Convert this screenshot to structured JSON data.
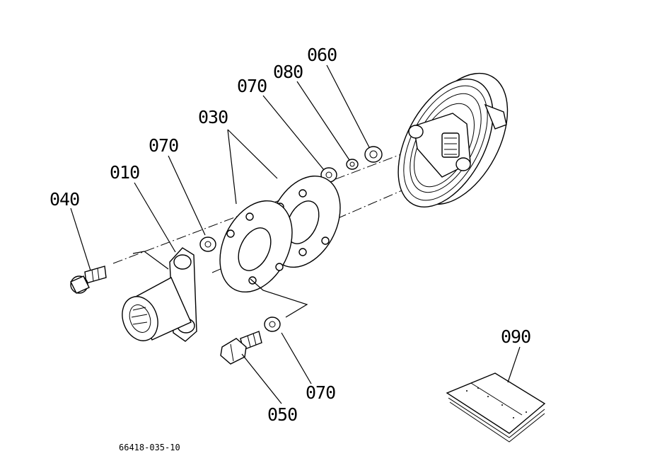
{
  "diagram": {
    "drawing_code": "66418-035-10",
    "callouts": [
      {
        "id": "c060",
        "label": "060"
      },
      {
        "id": "c080",
        "label": "080"
      },
      {
        "id": "c070_top",
        "label": "070"
      },
      {
        "id": "c030",
        "label": "030"
      },
      {
        "id": "c070_mid",
        "label": "070"
      },
      {
        "id": "c010",
        "label": "010"
      },
      {
        "id": "c040",
        "label": "040"
      },
      {
        "id": "c090",
        "label": "090"
      },
      {
        "id": "c070_bot",
        "label": "070"
      },
      {
        "id": "c050",
        "label": "050"
      }
    ]
  }
}
